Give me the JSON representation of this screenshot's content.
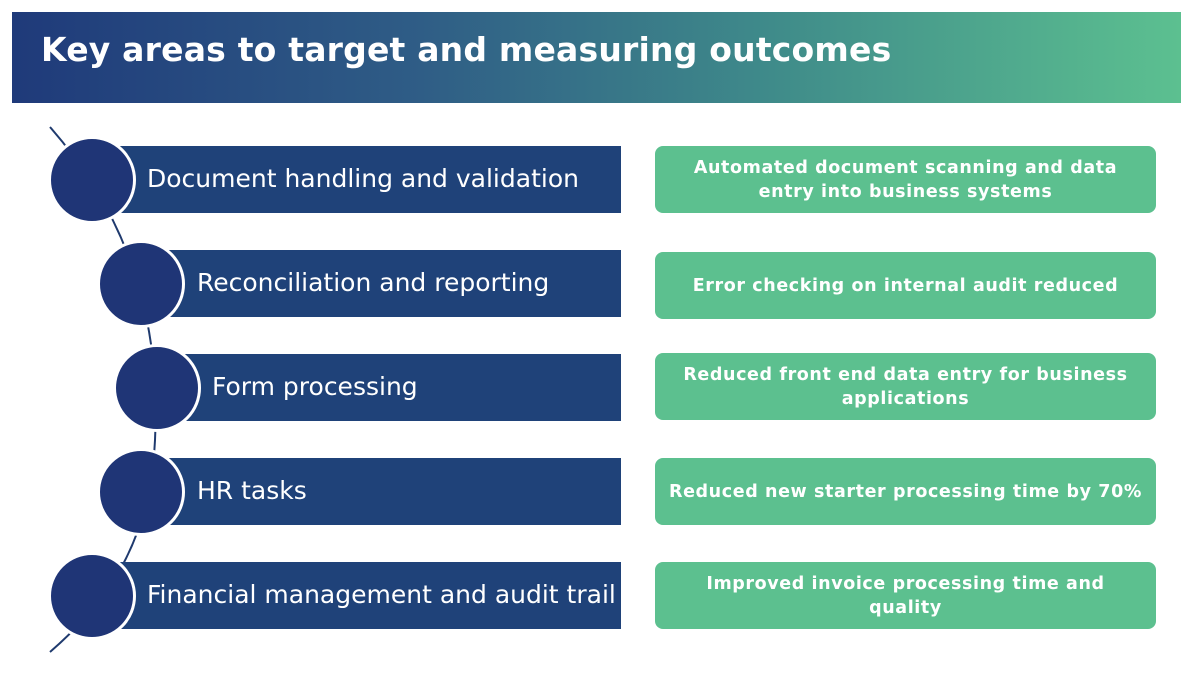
{
  "title": "Key areas to target and measuring outcomes",
  "colors": {
    "header_start": "#1f3a7a",
    "header_end": "#5cc090",
    "bar": "#1f4279",
    "circle": "#1f3576",
    "outcome": "#5cc08f",
    "connector": "#1f3a6e"
  },
  "areas": [
    {
      "label": "Document handling and validation",
      "outcome": "Automated document scanning and data entry into business systems"
    },
    {
      "label": "Reconciliation and reporting",
      "outcome": "Error checking on internal audit reduced"
    },
    {
      "label": "Form processing",
      "outcome": "Reduced front end data entry for business applications"
    },
    {
      "label": "HR tasks",
      "outcome": "Reduced new starter processing time by 70%"
    },
    {
      "label": "Financial management and audit trail",
      "outcome": "Improved invoice processing time and quality"
    }
  ]
}
